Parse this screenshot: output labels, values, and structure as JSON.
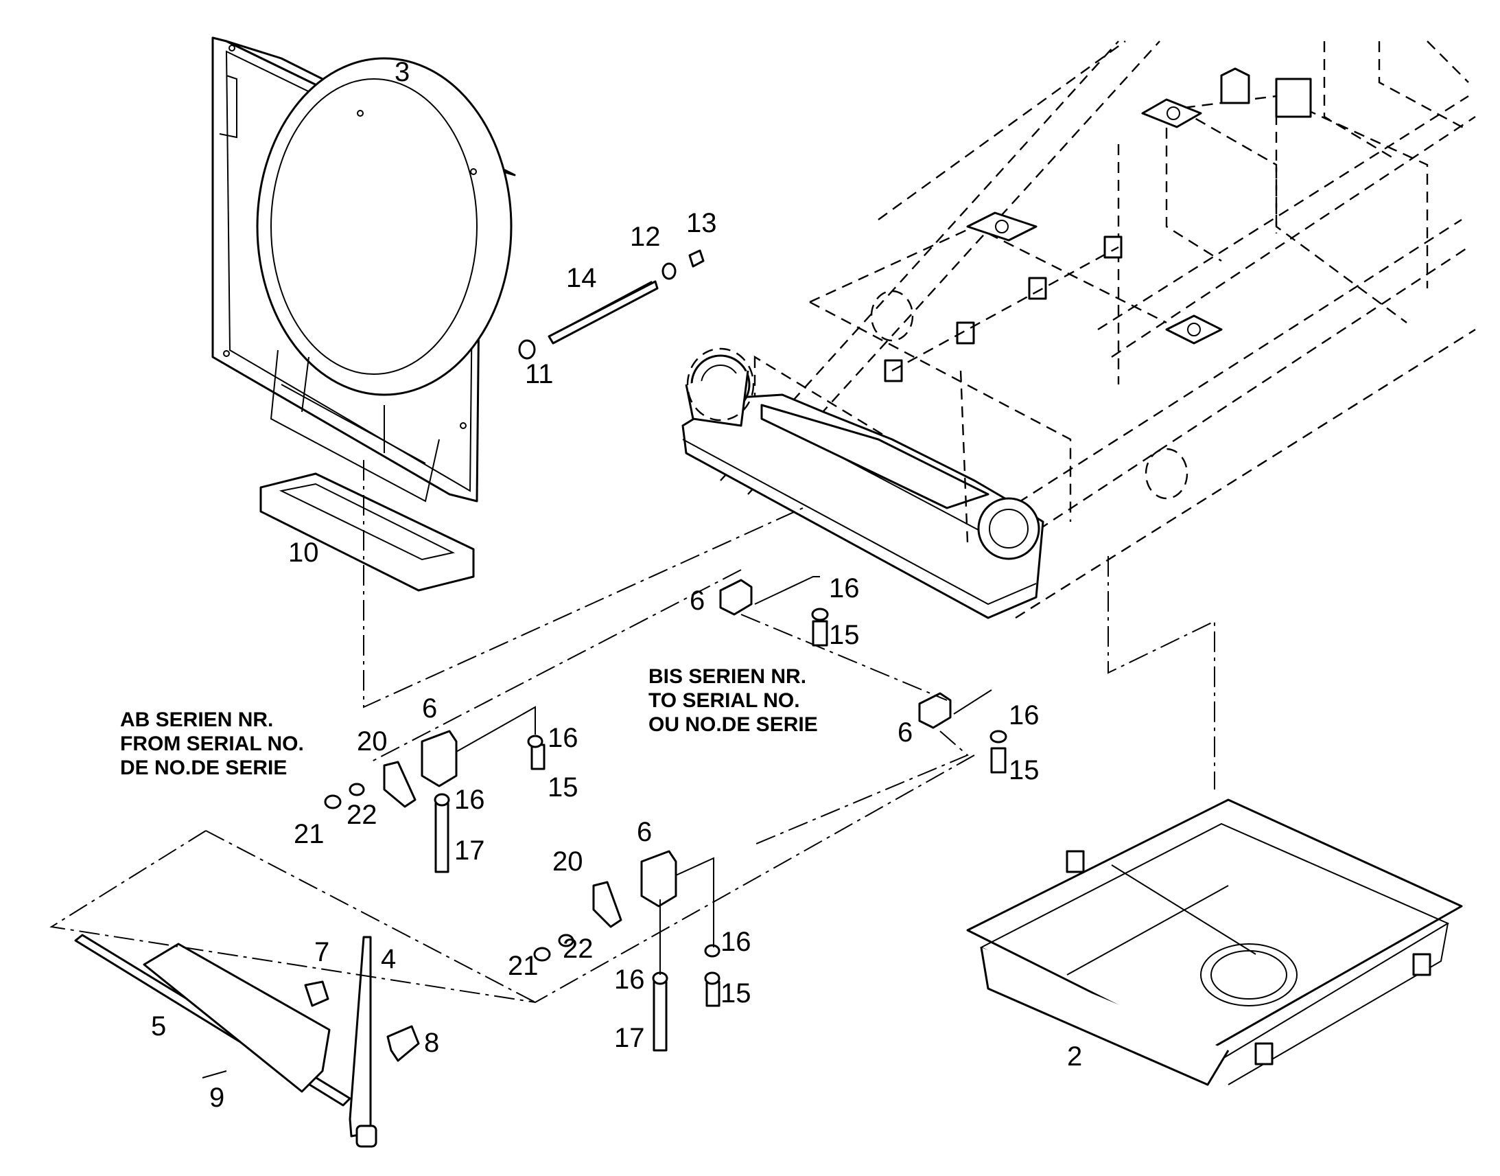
{
  "notes": {
    "ab_serien": [
      "AB SERIEN NR.",
      "FROM SERIAL NO.",
      "DE NO.DE SERIE"
    ],
    "bis_serien": [
      "BIS SERIEN NR.",
      "TO SERIAL NO.",
      "OU NO.DE SERIE"
    ]
  },
  "callouts": {
    "c2": "2",
    "c3": "3",
    "c4": "4",
    "c5": "5",
    "c6a": "6",
    "c6b": "6",
    "c6c": "6",
    "c6d": "6",
    "c7": "7",
    "c8": "8",
    "c9": "9",
    "c10": "10",
    "c11": "11",
    "c12": "12",
    "c13": "13",
    "c14": "14",
    "c15a": "15",
    "c15b": "15",
    "c15c": "15",
    "c15d": "15",
    "c16a": "16",
    "c16b": "16",
    "c16c": "16",
    "c16d": "16",
    "c16e": "16",
    "c16f": "16",
    "c17a": "17",
    "c17b": "17",
    "c20a": "20",
    "c20b": "20",
    "c21a": "21",
    "c21b": "21",
    "c22a": "22",
    "c22b": "22"
  }
}
